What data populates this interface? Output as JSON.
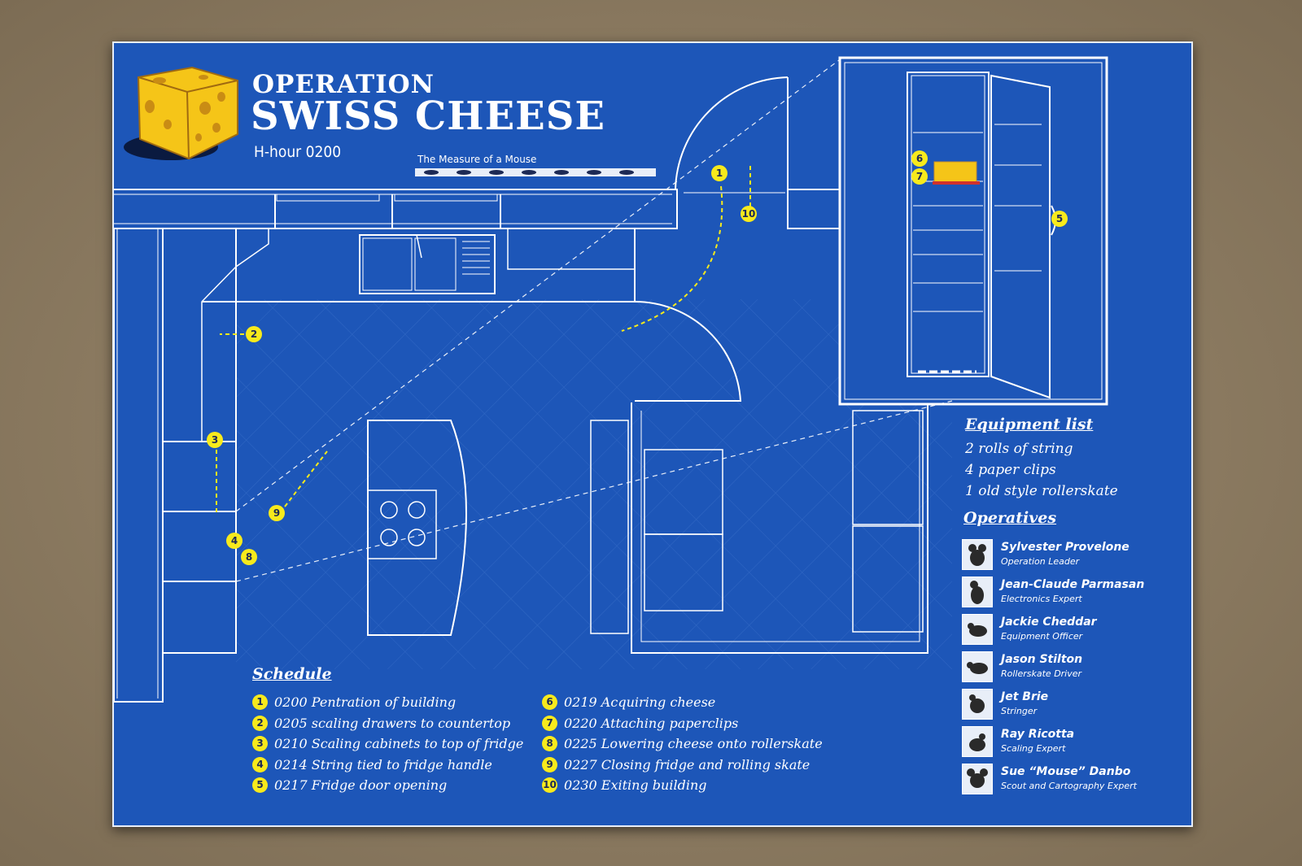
{
  "title": {
    "line1": "OPERATION",
    "line2": "SWISS CHEESE",
    "hhour": "H-hour 0200"
  },
  "measure_label": "The Measure of a Mouse",
  "equipment": {
    "heading": "Equipment list",
    "items": [
      "2 rolls of string",
      "4 paper clips",
      "1 old style rollerskate"
    ]
  },
  "operatives": {
    "heading": "Operatives",
    "items": [
      {
        "name": "Sylvester Provelone",
        "role": "Operation Leader"
      },
      {
        "name": "Jean-Claude Parmasan",
        "role": "Electronics Expert"
      },
      {
        "name": "Jackie Cheddar",
        "role": "Equipment Officer"
      },
      {
        "name": "Jason Stilton",
        "role": "Rollerskate Driver"
      },
      {
        "name": "Jet Brie",
        "role": "Stringer"
      },
      {
        "name": "Ray Ricotta",
        "role": "Scaling Expert"
      },
      {
        "name": "Sue “Mouse” Danbo",
        "role": "Scout and Cartography Expert"
      }
    ]
  },
  "schedule": {
    "heading": "Schedule",
    "left": [
      {
        "n": "1",
        "text": "0200 Pentration of building"
      },
      {
        "n": "2",
        "text": "0205 scaling drawers to countertop"
      },
      {
        "n": "3",
        "text": "0210 Scaling cabinets to top of fridge"
      },
      {
        "n": "4",
        "text": "0214 String tied to fridge handle"
      },
      {
        "n": "5",
        "text": "0217 Fridge door opening"
      }
    ],
    "right": [
      {
        "n": "6",
        "text": "0219 Acquiring cheese"
      },
      {
        "n": "7",
        "text": "0220 Attaching paperclips"
      },
      {
        "n": "8",
        "text": "0225 Lowering cheese onto rollerskate"
      },
      {
        "n": "9",
        "text": "0227 Closing fridge and rolling skate"
      },
      {
        "n": "10",
        "text": "0230 Exiting building"
      }
    ]
  },
  "map_markers": [
    "1",
    "2",
    "3",
    "4",
    "5",
    "6",
    "7",
    "8",
    "9",
    "10"
  ],
  "colors": {
    "blueprint": "#1d56b8",
    "marker": "#f7ea1c",
    "cheese": "#f5c518",
    "line": "#ffffff"
  }
}
